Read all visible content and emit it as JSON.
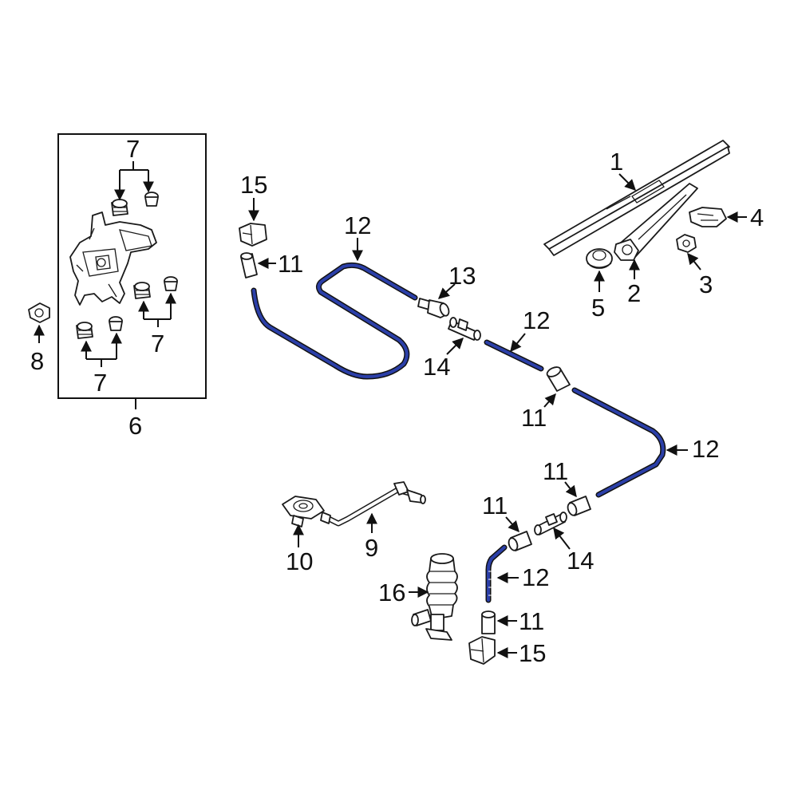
{
  "callouts": {
    "c1": "1",
    "c2": "2",
    "c3": "3",
    "c4": "4",
    "c5": "5",
    "c6": "6",
    "c7a": "7",
    "c7b": "7",
    "c7c": "7",
    "c8": "8",
    "c9": "9",
    "c10": "10",
    "c11a": "11",
    "c11b": "11",
    "c11c": "11",
    "c11d": "11",
    "c11e": "11",
    "c12a": "12",
    "c12b": "12",
    "c12c": "12",
    "c12d": "12",
    "c13": "13",
    "c14a": "14",
    "c14b": "14",
    "c15a": "15",
    "c15b": "15",
    "c16": "16"
  },
  "colors": {
    "hose": "#2b3fa8",
    "outline": "#1a1a1a",
    "background": "#ffffff"
  }
}
